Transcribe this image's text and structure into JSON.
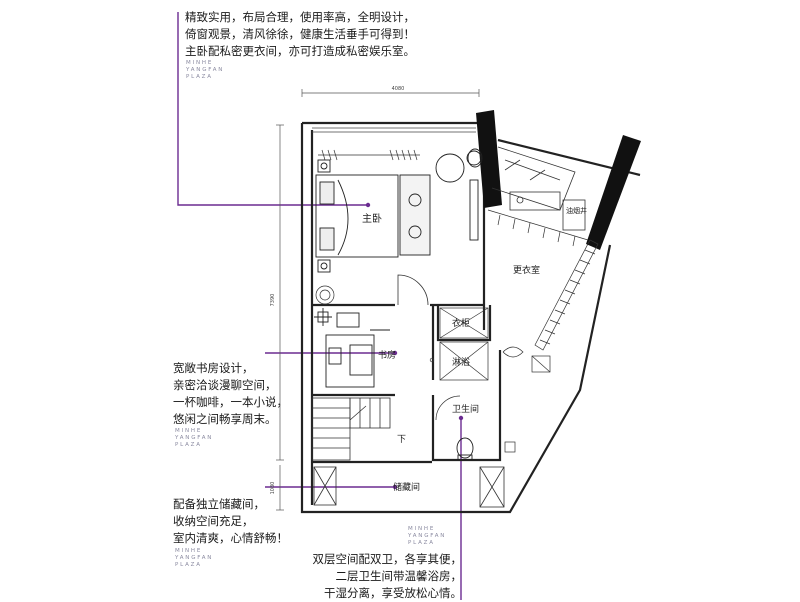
{
  "notes": {
    "bedroom": [
      "精致实用，布局合理，使用率高，全明设计，",
      "倚窗观景，清风徐徐，健康生活垂手可得到！",
      "主卧配私密更衣间，亦可打造成私密娱乐室。"
    ],
    "study": [
      "宽敞书房设计，",
      "亲密洽谈漫聊空间，",
      "一杯咖啡，一本小说，",
      "悠闲之间畅享周末。"
    ],
    "storage": [
      "配备独立储藏间，",
      "收纳空间充足，",
      "室内清爽，心情舒畅！"
    ],
    "bath": [
      "双层空间配双卫，各享其便，",
      "二层卫生间带温馨浴房，",
      "干湿分离，享受放松心情。"
    ]
  },
  "brand": [
    "MINHE",
    "YANGFAN",
    "PLAZA"
  ],
  "rooms": {
    "master_bedroom": "主卧",
    "study": "书房",
    "closet": "衣柜",
    "shower": "淋浴",
    "bathroom": "卫生间",
    "down": "下",
    "storage": "储藏间",
    "dressing_room": "更衣室",
    "smoke_shaft": "油烟井"
  },
  "dimensions": {
    "top_width": "4080",
    "left_height": "7390",
    "left_bottom": "1080"
  },
  "colors": {
    "accent": "#6b2c91",
    "wall": "#222222",
    "column": "#111111"
  }
}
